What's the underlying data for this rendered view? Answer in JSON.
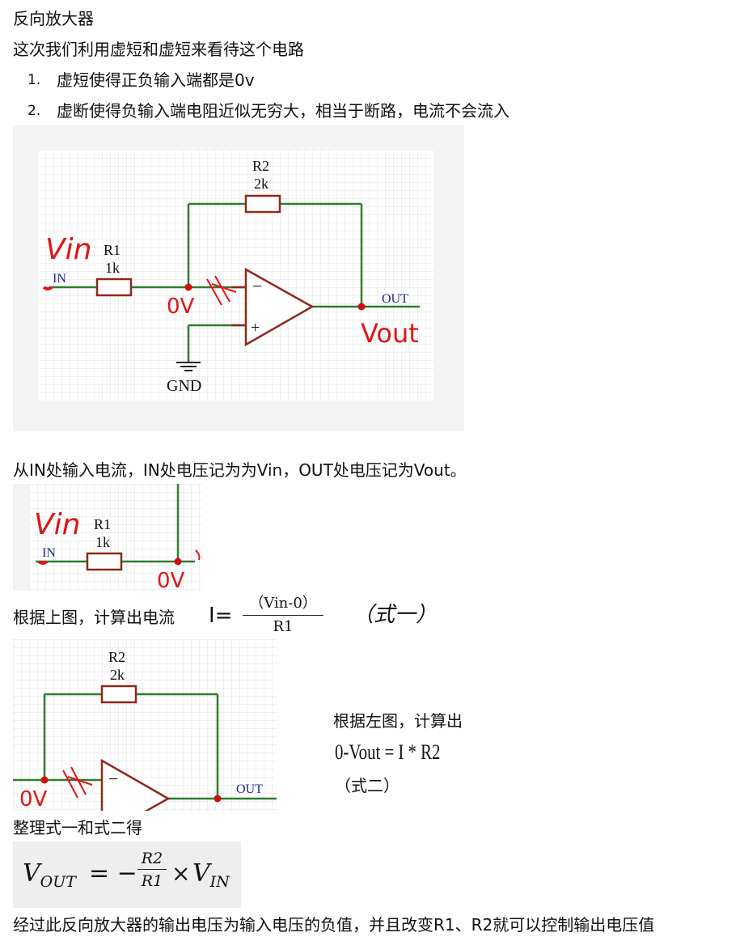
{
  "title": "反向放大器",
  "intro": "这次我们利用虚短和虚短来看待这个电路",
  "list": [
    {
      "num": "1.",
      "text": "虚短使得正负输入端都是0v"
    },
    {
      "num": "2.",
      "text": "虚断使得负输入端电阻近似无穷大，相当于断路，电流不会流入"
    }
  ],
  "circuit": {
    "r1_name": "R1",
    "r1_value": "1k",
    "r2_name": "R2",
    "r2_value": "2k",
    "in_label": "IN",
    "out_label": "OUT",
    "gnd_label": "GND",
    "minus": "−",
    "plus": "+",
    "hand_vin": "Vin",
    "hand_vout": "Vout",
    "hand_0v": "0V"
  },
  "para2": "从IN处输入电流，IN处电压记为为Vin，OUT处电压记为Vout。",
  "eq1": {
    "lead": "根据上图，计算出电流",
    "lhs": "I=",
    "numerator": "（Vin-0）",
    "denominator": "R1",
    "tag": "（式一）"
  },
  "eq2": {
    "lead": "根据左图，计算出",
    "formula": "0-Vout = I * R2",
    "tag": "（式二）"
  },
  "combine": "整理式一和式二得",
  "result": {
    "lhs": "V",
    "lhs_sub": "OUT",
    "eq": "= −",
    "num": "R2",
    "den": "R1",
    "times": "×",
    "rhs": "V",
    "rhs_sub": "IN"
  },
  "conclusion": "经过此反向放大器的输出电压为输入电压的负值，并且改变R1、R2就可以控制输出电压值",
  "colors": {
    "wire": "#2f7d2f",
    "resistor": "#8b2a1a",
    "node": "#cc1111",
    "hand": "#e01515",
    "label_blue": "#1a2a8a"
  }
}
